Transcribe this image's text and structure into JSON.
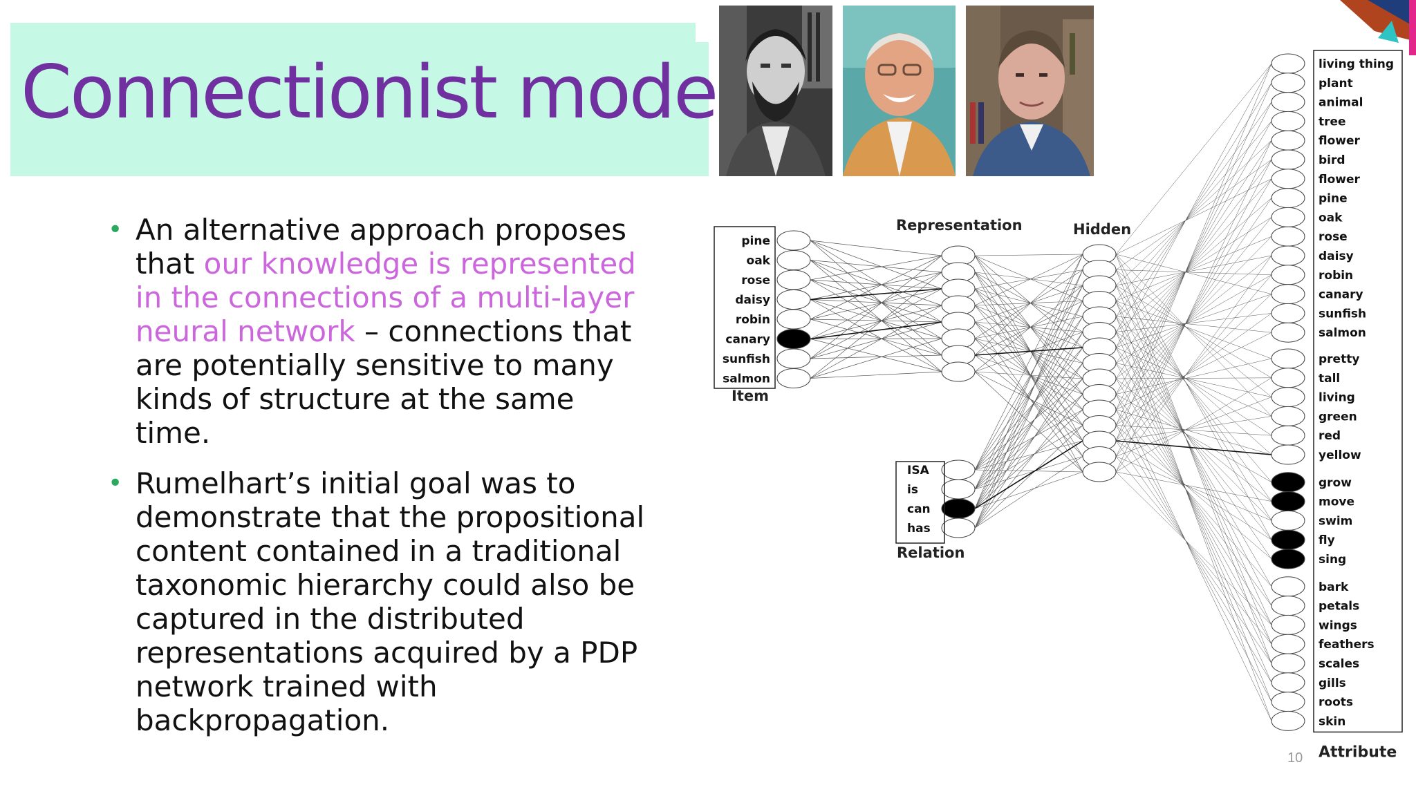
{
  "slide": {
    "title": "Connectionist model",
    "page_number": "10",
    "bullets": [
      {
        "text_before": "An alternative approach proposes that ",
        "highlight": "our knowledge is represented in the connections of a multi-layer neural network",
        "text_after": " – connections that are potentially sensitive to many kinds of structure at the same time."
      },
      {
        "text": "Rumelhart’s initial goal was to demonstrate that the propositional content contained in a traditional taxonomic hierarchy could also be captured in the distributed representations acquired by a PDP network trained with backpropagation."
      }
    ],
    "colors": {
      "title": "#7030a0",
      "title_bg": "#c6f8e6",
      "highlight": "#cc66dd",
      "bullet": "#2ca860"
    }
  },
  "diagram": {
    "layer_titles": {
      "item": "Item",
      "relation": "Relation",
      "representation": "Representation",
      "hidden": "Hidden",
      "attribute": "Attribute"
    },
    "item_units": [
      "pine",
      "oak",
      "rose",
      "daisy",
      "robin",
      "canary",
      "sunfish",
      "salmon"
    ],
    "active_item": "canary",
    "relation_units": [
      "ISA",
      "is",
      "can",
      "has"
    ],
    "active_relation": "can",
    "attribute_units": [
      "living thing",
      "plant",
      "animal",
      "tree",
      "flower",
      "bird",
      "flower",
      "pine",
      "oak",
      "rose",
      "daisy",
      "robin",
      "canary",
      "sunfish",
      "salmon",
      "pretty",
      "tall",
      "living",
      "green",
      "red",
      "yellow",
      "grow",
      "move",
      "swim",
      "fly",
      "sing",
      "bark",
      "petals",
      "wings",
      "feathers",
      "scales",
      "gills",
      "roots",
      "skin"
    ],
    "active_attributes": [
      "grow",
      "move",
      "fly",
      "sing"
    ],
    "representation_unit_count": 8,
    "hidden_unit_count": 15
  }
}
